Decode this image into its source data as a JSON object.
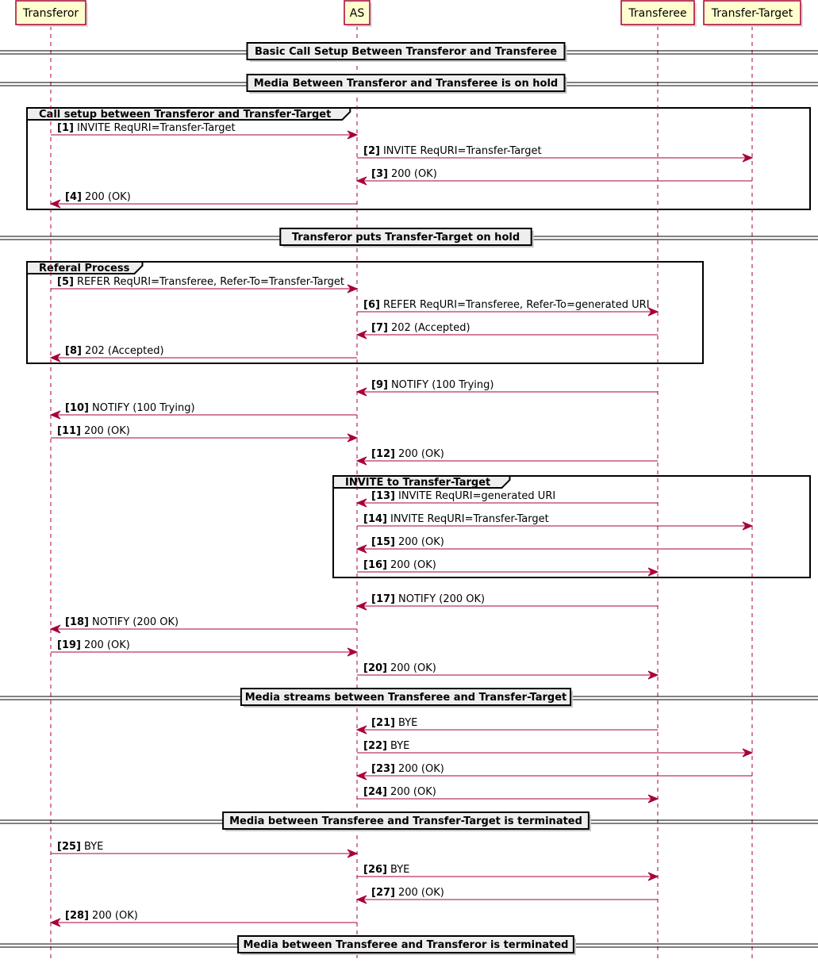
{
  "participants": [
    "Transferor",
    "AS",
    "Transferee",
    "Transfer-Target"
  ],
  "sequence": [
    {
      "kind": "divider",
      "label": "Basic Call Setup Between Transferor and Transferee"
    },
    {
      "kind": "divider",
      "label": "Media Between Transferor and Transferee is on hold"
    },
    {
      "kind": "group-start",
      "label": "Call setup between Transferor and Transfer-Target"
    },
    {
      "kind": "msg",
      "num": "[1]",
      "text": "INVITE ReqURI=Transfer-Target",
      "from": "Transferor",
      "to": "AS"
    },
    {
      "kind": "msg",
      "num": "[2]",
      "text": "INVITE ReqURI=Transfer-Target",
      "from": "AS",
      "to": "Transfer-Target"
    },
    {
      "kind": "msg",
      "num": "[3]",
      "text": "200 (OK)",
      "from": "Transfer-Target",
      "to": "AS"
    },
    {
      "kind": "msg",
      "num": "[4]",
      "text": "200 (OK)",
      "from": "AS",
      "to": "Transferor"
    },
    {
      "kind": "group-end"
    },
    {
      "kind": "divider",
      "label": "Transferor puts Transfer-Target on hold"
    },
    {
      "kind": "group-start",
      "label": "Referal Process"
    },
    {
      "kind": "msg",
      "num": "[5]",
      "text": "REFER ReqURI=Transferee, Refer-To=Transfer-Target",
      "from": "Transferor",
      "to": "AS"
    },
    {
      "kind": "msg",
      "num": "[6]",
      "text": "REFER ReqURI=Transferee, Refer-To=generated URI",
      "from": "AS",
      "to": "Transferee"
    },
    {
      "kind": "msg",
      "num": "[7]",
      "text": "202 (Accepted)",
      "from": "Transferee",
      "to": "AS"
    },
    {
      "kind": "msg",
      "num": "[8]",
      "text": "202 (Accepted)",
      "from": "AS",
      "to": "Transferor"
    },
    {
      "kind": "group-end"
    },
    {
      "kind": "msg",
      "num": "[9]",
      "text": "NOTIFY (100 Trying)",
      "from": "Transferee",
      "to": "AS"
    },
    {
      "kind": "msg",
      "num": "[10]",
      "text": "NOTIFY (100 Trying)",
      "from": "AS",
      "to": "Transferor"
    },
    {
      "kind": "msg",
      "num": "[11]",
      "text": "200 (OK)",
      "from": "Transferor",
      "to": "AS"
    },
    {
      "kind": "msg",
      "num": "[12]",
      "text": "200 (OK)",
      "from": "Transferee",
      "to": "AS"
    },
    {
      "kind": "group-start",
      "label": "INVITE to Transfer-Target"
    },
    {
      "kind": "msg",
      "num": "[13]",
      "text": "INVITE ReqURI=generated URI",
      "from": "Transferee",
      "to": "AS"
    },
    {
      "kind": "msg",
      "num": "[14]",
      "text": "INVITE ReqURI=Transfer-Target",
      "from": "AS",
      "to": "Transfer-Target"
    },
    {
      "kind": "msg",
      "num": "[15]",
      "text": "200 (OK)",
      "from": "Transfer-Target",
      "to": "AS"
    },
    {
      "kind": "msg",
      "num": "[16]",
      "text": "200 (OK)",
      "from": "AS",
      "to": "Transferee"
    },
    {
      "kind": "group-end"
    },
    {
      "kind": "msg",
      "num": "[17]",
      "text": "NOTIFY (200 OK)",
      "from": "Transferee",
      "to": "AS"
    },
    {
      "kind": "msg",
      "num": "[18]",
      "text": "NOTIFY (200 OK)",
      "from": "AS",
      "to": "Transferor"
    },
    {
      "kind": "msg",
      "num": "[19]",
      "text": "200 (OK)",
      "from": "Transferor",
      "to": "AS"
    },
    {
      "kind": "msg",
      "num": "[20]",
      "text": "200 (OK)",
      "from": "AS",
      "to": "Transferee"
    },
    {
      "kind": "divider",
      "label": "Media streams between Transferee and Transfer-Target"
    },
    {
      "kind": "msg",
      "num": "[21]",
      "text": "BYE",
      "from": "Transferee",
      "to": "AS"
    },
    {
      "kind": "msg",
      "num": "[22]",
      "text": "BYE",
      "from": "AS",
      "to": "Transfer-Target"
    },
    {
      "kind": "msg",
      "num": "[23]",
      "text": "200 (OK)",
      "from": "Transfer-Target",
      "to": "AS"
    },
    {
      "kind": "msg",
      "num": "[24]",
      "text": "200 (OK)",
      "from": "AS",
      "to": "Transferee"
    },
    {
      "kind": "divider",
      "label": "Media between Transferee and Transfer-Target is terminated"
    },
    {
      "kind": "msg",
      "num": "[25]",
      "text": "BYE",
      "from": "Transferor",
      "to": "AS"
    },
    {
      "kind": "msg",
      "num": "[26]",
      "text": "BYE",
      "from": "AS",
      "to": "Transferee"
    },
    {
      "kind": "msg",
      "num": "[27]",
      "text": "200 (OK)",
      "from": "Transferee",
      "to": "AS"
    },
    {
      "kind": "msg",
      "num": "[28]",
      "text": "200 (OK)",
      "from": "AS",
      "to": "Transferor"
    },
    {
      "kind": "divider",
      "label": "Media between Transferee and Transferor is terminated"
    }
  ],
  "colors": {
    "participant_fill": "#FEFECE",
    "participant_border": "#A80036",
    "arrow": "#A80036",
    "divider_fill": "#EEEEEE"
  }
}
